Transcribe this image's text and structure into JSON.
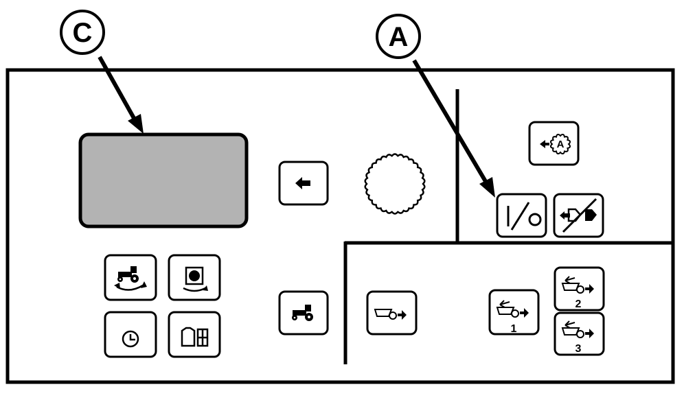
{
  "callouts": {
    "c": {
      "label": "C"
    },
    "a": {
      "label": "A"
    }
  },
  "display": {
    "fill_color": "#b3b3b3"
  },
  "buttons": {
    "back": {
      "icon": "arrow-left-icon"
    },
    "tractor_turn": {
      "icon": "tractor-turn-icon"
    },
    "tractor_rotate": {
      "icon": "rotate-gear-icon"
    },
    "timer": {
      "icon": "clock-icon"
    },
    "engine_power": {
      "icon": "engine-power-icon"
    },
    "tractor": {
      "icon": "tractor-icon"
    },
    "auto": {
      "icon": "auto-gear-icon",
      "symbol": "A"
    },
    "on_off": {
      "icon": "on-off-icon"
    },
    "shift": {
      "icon": "shift-cancel-icon"
    },
    "implement": {
      "icon": "implement-drive-icon"
    },
    "memory_1": {
      "icon": "implement-memory-icon",
      "number": "1"
    },
    "memory_2": {
      "icon": "implement-memory-icon",
      "number": "2"
    },
    "memory_3": {
      "icon": "implement-memory-icon",
      "number": "3"
    }
  },
  "knob": {
    "icon": "selector-knob-icon"
  }
}
